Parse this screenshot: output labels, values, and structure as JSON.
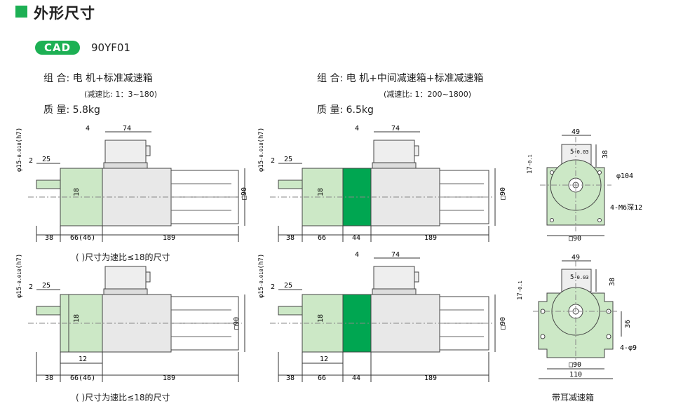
{
  "header": {
    "title": "外形尺寸",
    "cad_badge": "CAD",
    "model": "90YF01"
  },
  "left_spec": {
    "combo_label": "组 合:",
    "combo_value": "电 机+标准减速箱",
    "ratio": "(减速比: 1：3~180)",
    "mass_label": "质 量:",
    "mass_value": "5.8kg"
  },
  "right_spec": {
    "combo_label": "组 合:",
    "combo_value": "电 机+中间减速箱+标准减速箱",
    "ratio": "(减速比: 1：200~1800)",
    "mass_label": "质 量:",
    "mass_value": "6.5kg"
  },
  "captions": {
    "note_top": "( )尺寸为速比≤18的尺寸",
    "note_bottom": "( )尺寸为速比≤18的尺寸",
    "eared": "带耳减速箱"
  },
  "dims": {
    "shaft_dia": "φ15",
    "tol_upper": "0",
    "tol_lower": "-0.018",
    "fit": "(h7)",
    "d2": "2",
    "d25": "25",
    "d4": "4",
    "d74": "74",
    "d18": "18",
    "d38": "38",
    "d66_46": "66(46)",
    "d189": "189",
    "d66": "66",
    "d44": "44",
    "d12": "12",
    "sq90": "□90",
    "d49": "49",
    "key5": "5",
    "key_tol": "-0.03",
    "d38v": "38",
    "d17": "17",
    "d17_tol": "-0.1",
    "d104": "φ104",
    "holes": "4-M6深12",
    "d36": "36",
    "ear_holes": "4-φ9",
    "d110": "110"
  },
  "colors": {
    "accent": "#1db054",
    "gearbox": "#cce8c6",
    "intermediate": "#00a651",
    "motor": "#e8e8e8"
  }
}
